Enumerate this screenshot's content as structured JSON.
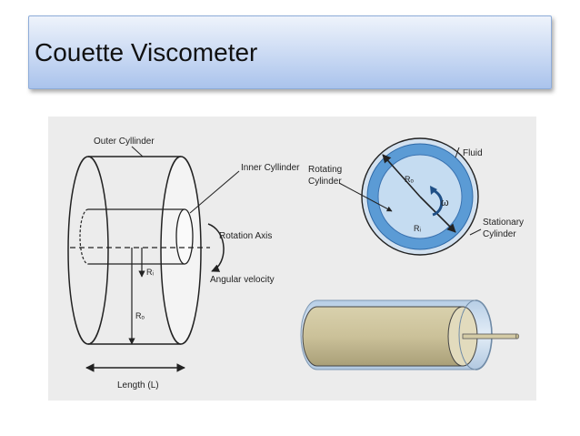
{
  "slide": {
    "title": "Couette Viscometer"
  },
  "diagram_left": {
    "outer_cylinder": "Outer Cyllinder",
    "inner_cylinder": "Inner Cyllinder",
    "rotation_axis": "Rotation Axis",
    "angular_velocity": "Angular velocity",
    "ri": "Rᵢ",
    "ro": "Rₒ",
    "length": "Length (L)"
  },
  "diagram_right": {
    "fluid": "Fluid",
    "rotating_line1": "Rotating",
    "rotating_line2": "Cylinder",
    "stationary_line1": "Stationary",
    "stationary_line2": "Cylinder",
    "ro": "Rₒ",
    "ri": "Rᵢ",
    "omega": "ω"
  },
  "colors": {
    "title_gradient_top": "#eef3fb",
    "title_gradient_bottom": "#aac3ec",
    "fluid_blue": "#5b9bd5",
    "inner_blue": "#c5dcf1",
    "rod_tan": "#cbc199"
  }
}
